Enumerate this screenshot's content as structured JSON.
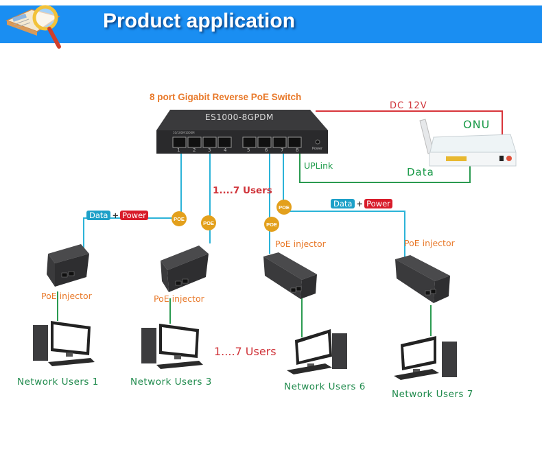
{
  "header": {
    "title": "Product application",
    "icon": "book-magnifier-icon",
    "banner_color": "#1a8ef2"
  },
  "switch": {
    "title": "8 port Gigabit Reverse PoE Switch",
    "model": "ES1000-8GPDM",
    "small_labels": [
      "10/100M",
      "1000M"
    ],
    "ports": [
      "1",
      "2",
      "3",
      "4",
      "5",
      "6",
      "7",
      "8"
    ],
    "power_label": "Power"
  },
  "onu": {
    "label": "ONU",
    "dc_label": "DC  12V",
    "uplink_label": "UPLink",
    "data_label": "Data"
  },
  "users_range_label": "1....7 Users",
  "users_range_label_bottom": "1....7 Users",
  "data_power": {
    "data": "Data",
    "plus": "+",
    "power": "Power"
  },
  "poe_badge": "POE",
  "injector_label": "PoE injector",
  "users": [
    {
      "label": "Network Users 1"
    },
    {
      "label": "Network Users 3"
    },
    {
      "label": "Network Users 6"
    },
    {
      "label": "Network Users 7"
    }
  ],
  "colors": {
    "power_line": "#d8343a",
    "data_line": "#2bb3d8",
    "uplink_line": "#2a9a50",
    "poe_badge": "#e3a01c",
    "label_orange": "#e8792a",
    "label_green": "#1f8a4c",
    "label_red": "#d0343a"
  }
}
